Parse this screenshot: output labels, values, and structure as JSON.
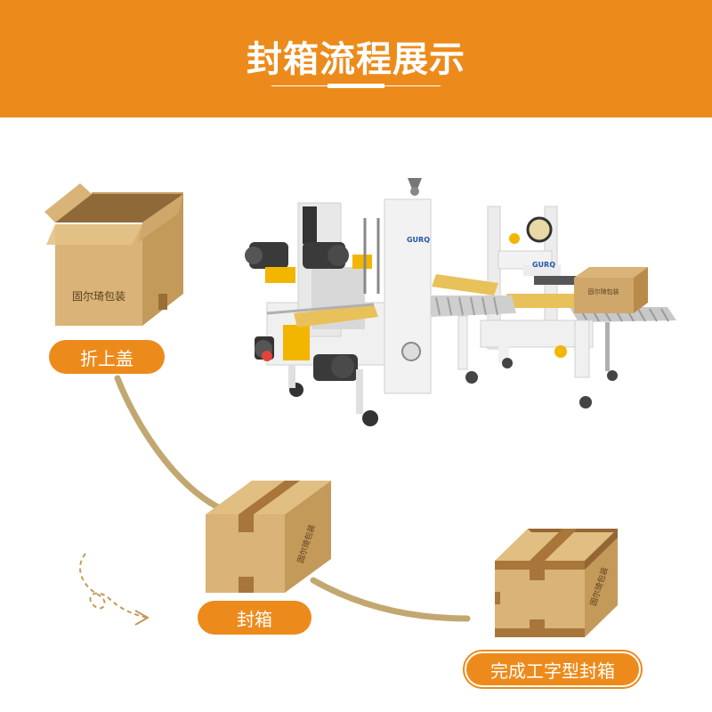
{
  "header": {
    "title": "封箱流程展示",
    "background": "#ec8b1c"
  },
  "boxes": {
    "open_box_label": "固尔琦包装",
    "sealed_box_label": "固尔琦包装",
    "h_sealed_box_label": "固尔琦包装"
  },
  "machine": {
    "brand_logo": "GURQ",
    "small_box_label": "固尔琦包装"
  },
  "steps": [
    {
      "label": "折上盖"
    },
    {
      "label": "封箱"
    },
    {
      "label": "完成工字型封箱"
    }
  ],
  "colors": {
    "accent": "#ec8b1c",
    "cardboard": "#d9b377",
    "cardboard_dark": "#b98a48",
    "tape": "#a8763a",
    "path": "#c2a870"
  }
}
